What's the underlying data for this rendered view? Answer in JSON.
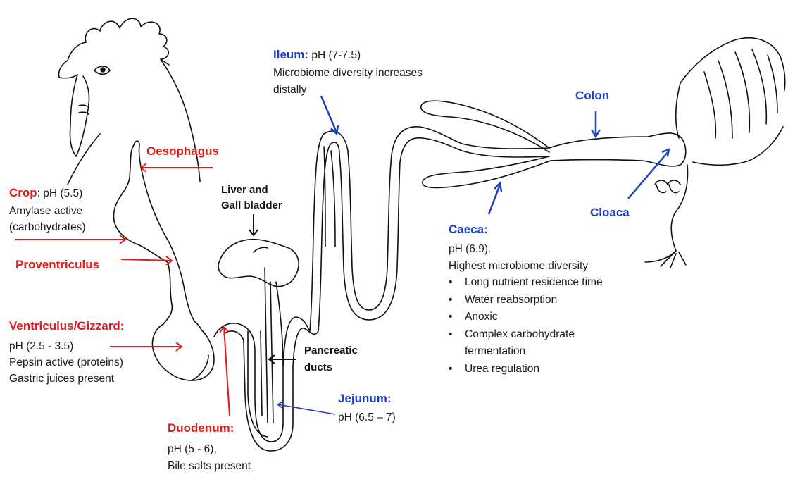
{
  "labels": {
    "oesophagus": "Oesophagus",
    "crop_title": "Crop",
    "crop_colon": ":",
    "crop_ph": " pH (5.5)",
    "crop_line2": "Amylase active",
    "crop_line3": "(carbohydrates)",
    "proventriculus": "Proventriculus",
    "gizzard_title": "Ventriculus/Gizzard:",
    "gizzard_line1": "pH (2.5 - 3.5)",
    "gizzard_line2": "Pepsin active (proteins)",
    "gizzard_line3": "Gastric juices present",
    "duodenum_title": "Duodenum:",
    "duodenum_line1": " pH (5 - 6),",
    "duodenum_line2": "Bile salts present",
    "liver_line1": "Liver and",
    "liver_line2": "Gall bladder",
    "pancreatic_line1": "Pancreatic",
    "pancreatic_line2": "ducts",
    "jejunum_title": "Jejunum:",
    "jejunum_line1": "pH (6.5 – 7)",
    "ileum_title": "Ileum:",
    "ileum_ph": " pH (7-7.5)",
    "ileum_line2": "Microbiome diversity increases",
    "ileum_line3": "distally",
    "colon": "Colon",
    "cloaca": "Cloaca",
    "caeca_title": "Caeca:",
    "caeca_line1": "pH (6.9).",
    "caeca_line2": "Highest microbiome diversity",
    "caeca_bullets": [
      "Long nutrient residence time",
      "Water reabsorption",
      "Anoxic",
      "Complex carbohydrate",
      "fermentation",
      "Urea regulation"
    ]
  },
  "colors": {
    "red": "#e31b1b",
    "blue": "#1f3fbf",
    "outline": "#111111"
  }
}
